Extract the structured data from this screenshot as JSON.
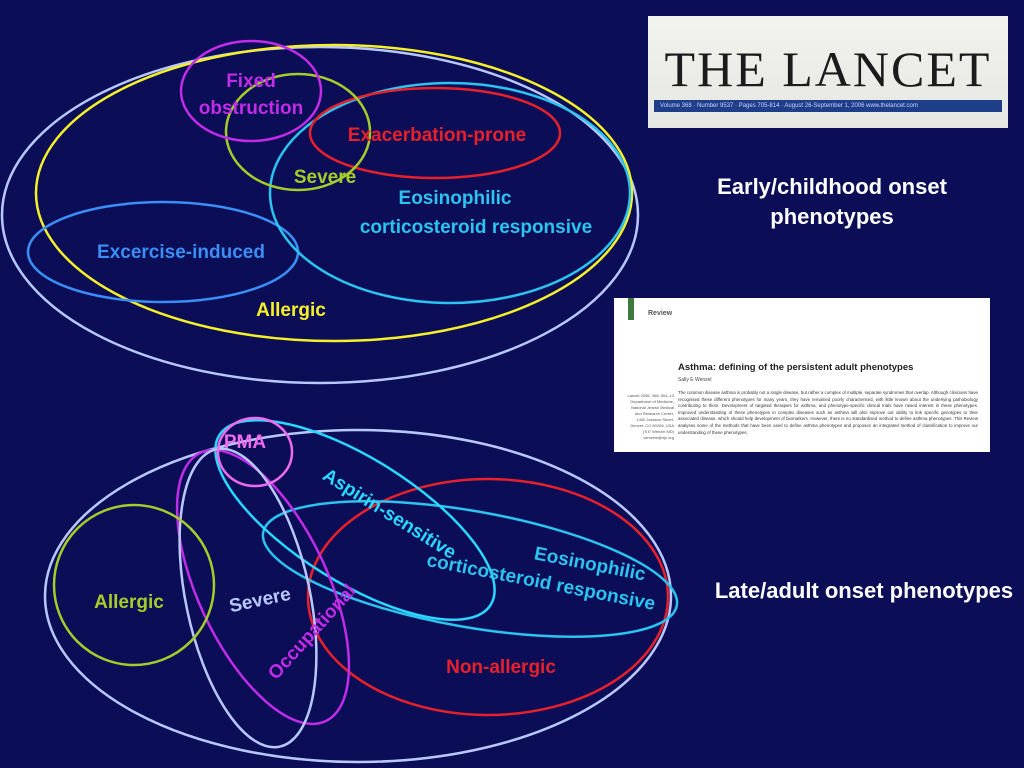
{
  "diagram": {
    "early": {
      "caption": "Early/childhood onset phenotypes",
      "labels": {
        "fixed_obstruction_line1": "Fixed",
        "fixed_obstruction_line2": "obstruction",
        "exacerbation_prone": "Exacerbation-prone",
        "severe": "Severe",
        "eosinophilic_line1": "Eosinophilic",
        "eosinophilic_line2": "corticosteroid responsive",
        "exercise_induced": "Excercise-induced",
        "allergic": "Allergic"
      }
    },
    "late": {
      "caption": "Late/adult onset phenotypes",
      "labels": {
        "pma": "PMA",
        "aspirin_sensitive": "Aspirin-sensitive",
        "eosinophilic_line1": "Eosinophilic",
        "eosinophilic_line2": "corticosteroid responsive",
        "allergic": "Allergic",
        "severe": "Severe",
        "occupational": "Occupational",
        "non_allergic": "Non-allergic"
      }
    },
    "colors": {
      "background": "#0b0e57",
      "outer_ellipse": "#b9c8ff",
      "fixed_obstruction": "#c02ce8",
      "exacerbation_prone": "#e8202a",
      "severe_early": "#a6cc2a",
      "eosinophilic": "#2cc3f0",
      "exercise_induced": "#3a8ef5",
      "allergic_early": "#f6f02a",
      "pma": "#f06af0",
      "aspirin_sensitive": "#29d7ff",
      "allergic_late": "#a6cc2a",
      "severe_late": "#b9c8ff",
      "occupational": "#c02ce8",
      "non_allergic": "#e8202a"
    }
  },
  "images": {
    "lancet_cover": {
      "masthead": "THE LANCET",
      "band_text": "Volume 368 · Number 9537 · Pages 705-814 · August 26-September 1, 2006 www.thelancet.com"
    },
    "review_article": {
      "section": "Review",
      "title": "Asthma: defining of the persistent adult phenotypes",
      "author": "Sally E Wenzel",
      "meta": "Lancet 2006; 368: 804–13 Department of Medicine, National Jewish Medical and Research Center, 1400 Jackson Street, Denver, CO 80206, USA (S E Wenzel MD) wenzels@njc.org",
      "abstract": "The common disease asthma is probably not a single disease, but rather a complex of multiple, separate syndromes that overlap. Although clinicians have recognised these different phenotypes for many years, they have remained poorly characterised, with little known about the underlying pathobiology contributing to them. Development of targeted therapies for asthma, and phenotype-specific clinical trials have raised interest in these phenotypes. Improved understanding of these phenotypes in complex diseases such as asthma will also improve our ability to link specific genotypes to their associated disease, which should help development of biomarkers. However, there is no standardised method to define asthma phenotypes. This Review analyses some of the methods that have been used to define asthma phenotypes and proposes an integrated method of classification to improve our understanding of these phenotypes."
    }
  }
}
